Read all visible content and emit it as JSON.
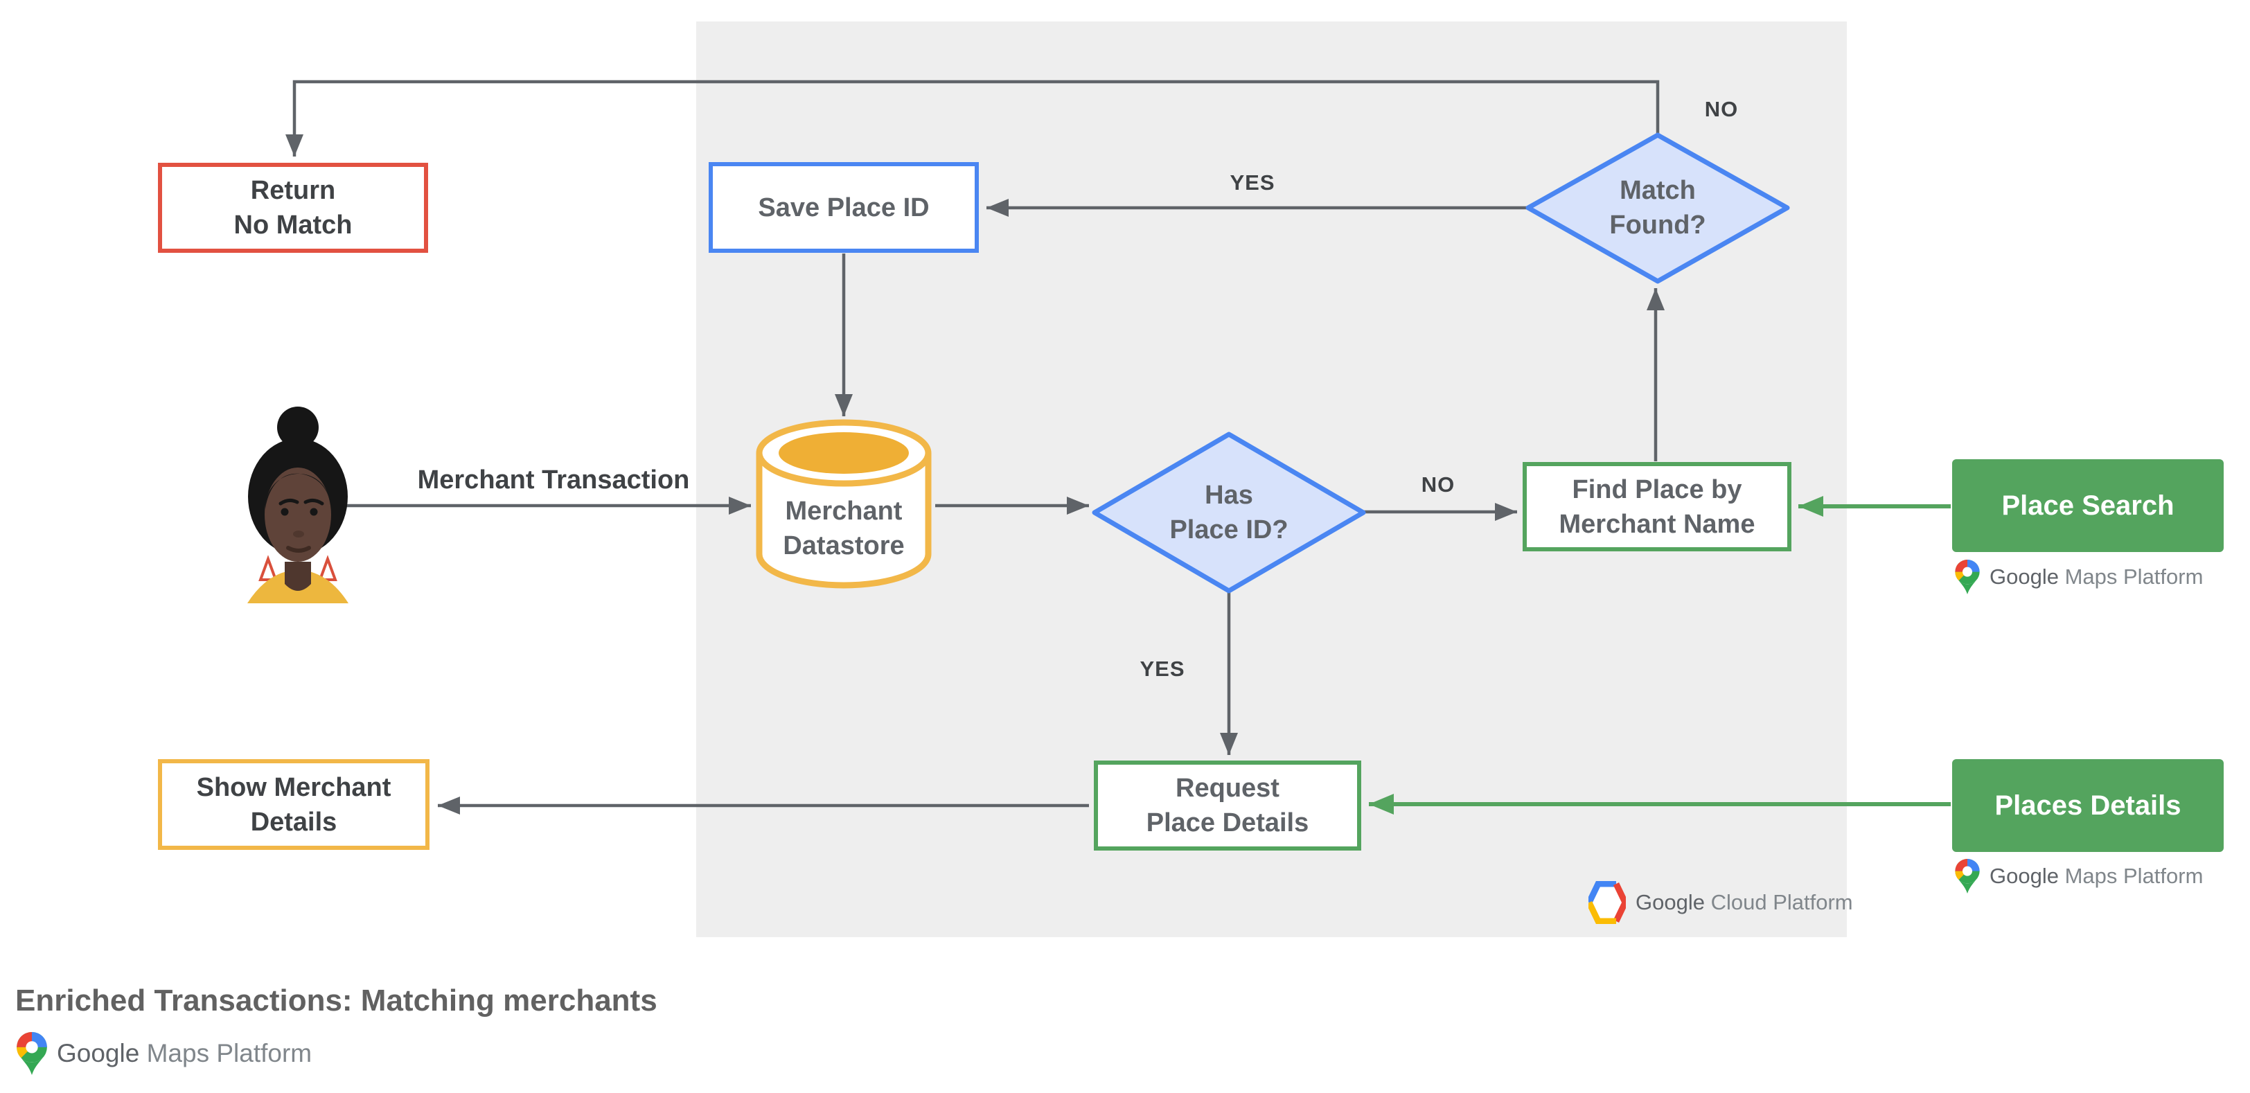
{
  "title": "Enriched Transactions: Matching merchants",
  "colors": {
    "red_border": "#E25141",
    "blue_border": "#4A86F2",
    "blue_fill": "#D7E2FB",
    "yellow_border": "#F2B748",
    "yellow_fill": "#EFAF35",
    "green": "#54A45E",
    "line_gray": "#5F6368",
    "panel_gray": "#EEEEEE",
    "text_dark": "#3F4245",
    "text_gray": "#5F6368",
    "google_blue": "#4285F4",
    "google_red": "#EA4335",
    "google_yellow": "#FBBC04",
    "google_green": "#34A853"
  },
  "nodes": {
    "return_no_match": {
      "line1": "Return",
      "line2": "No Match"
    },
    "save_place_id": {
      "label": "Save Place ID"
    },
    "match_found": {
      "line1": "Match",
      "line2": "Found?"
    },
    "merchant_datastore": {
      "line1": "Merchant",
      "line2": "Datastore"
    },
    "has_place_id": {
      "line1": "Has",
      "line2": "Place ID?"
    },
    "find_place": {
      "line1": "Find Place by",
      "line2": "Merchant Name"
    },
    "request_place_details": {
      "line1": "Request",
      "line2": "Place Details"
    },
    "show_merchant_details": {
      "line1": "Show Merchant",
      "line2": "Details"
    },
    "place_search": {
      "label": "Place Search"
    },
    "places_details": {
      "label": "Places Details"
    }
  },
  "edge_labels": {
    "match_found_no": "NO",
    "match_found_yes": "YES",
    "has_place_id_no": "NO",
    "has_place_id_yes": "YES",
    "merchant_transaction": "Merchant Transaction"
  },
  "logos": {
    "gmp": {
      "google": "Google",
      "rest": " Maps Platform"
    },
    "gcp": {
      "google": "Google",
      "rest": " Cloud Platform"
    }
  }
}
